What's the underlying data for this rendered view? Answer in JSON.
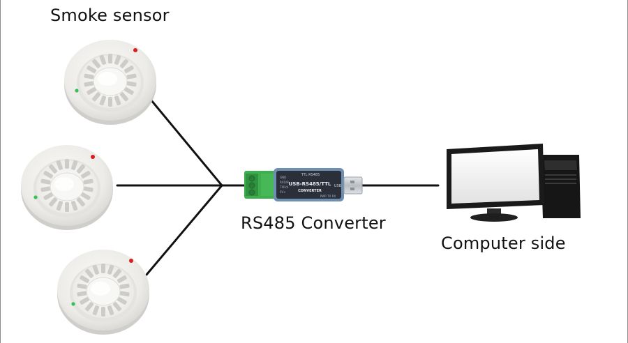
{
  "labels": {
    "smoke_sensor": "Smoke sensor",
    "converter": "RS485 Converter",
    "computer": "Computer side"
  },
  "converter_device": {
    "header_text": "TTL  RS485",
    "body_title": "USB-RS485/TTL",
    "body_subtitle": "CONVERTER",
    "pin_labels": [
      "GND",
      "RXD/B",
      "TXD/A",
      "5V+"
    ],
    "usb_text": "USB",
    "bottom_text": "PWR  TX  RX"
  },
  "colors": {
    "sensor_body": "#efefed",
    "sensor_led_red": "#d81e1e",
    "sensor_led_green": "#33c05a",
    "terminal_green": "#3fae4e",
    "converter_body": "#2b2f3a",
    "converter_shell": "#6e8fb0",
    "wire": "#111111",
    "monitor_frame": "#1a1a1a",
    "screen": "#f2f2f2"
  }
}
